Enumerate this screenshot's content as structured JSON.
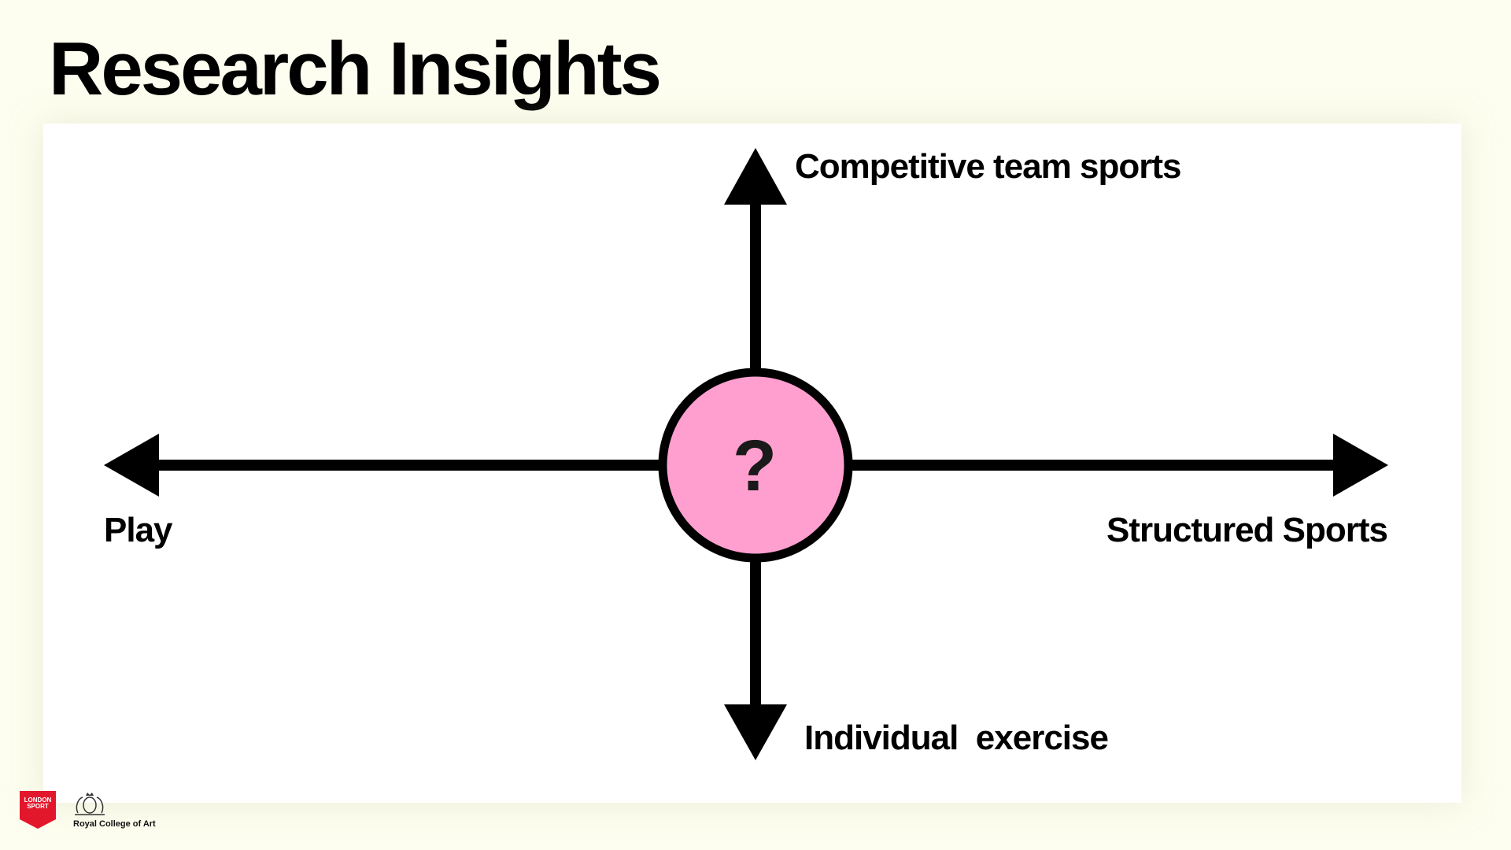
{
  "slide": {
    "title": "Research Insights"
  },
  "diagram": {
    "axis_top_label": "Competitive team sports",
    "axis_bottom_label": "Individual  exercise",
    "axis_left_label": "Play",
    "axis_right_label": "Structured Sports",
    "center_symbol": "?",
    "center_fill": "#ff9fcf",
    "stroke_color": "#000000"
  },
  "footer": {
    "logo_1_text": "LONDON SPORT",
    "logo_1_color": "#e3172b",
    "logo_2_text": "Royal College of Art"
  }
}
